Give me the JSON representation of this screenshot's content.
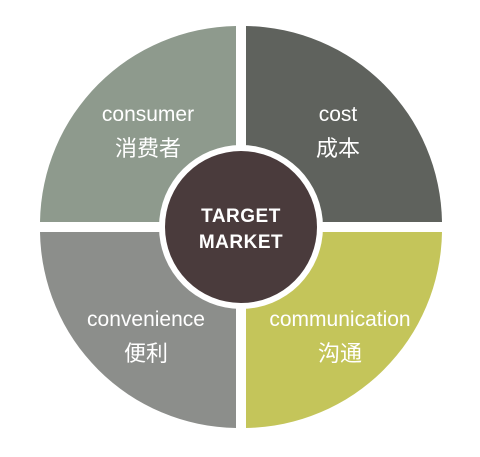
{
  "diagram": {
    "center": {
      "line1": "TARGET",
      "line2": "MARKET",
      "color": "#4a3b3c"
    },
    "quadrants": [
      {
        "id": "consumer",
        "en": "consumer",
        "zh": "消费者",
        "color": "#8e9a8d"
      },
      {
        "id": "cost",
        "en": "cost",
        "zh": "成本",
        "color": "#5f625d"
      },
      {
        "id": "convenience",
        "en": "convenience",
        "zh": "便利",
        "color": "#8c8e8b"
      },
      {
        "id": "communication",
        "en": "communication",
        "zh": "沟通",
        "color": "#c4c55a"
      }
    ]
  }
}
